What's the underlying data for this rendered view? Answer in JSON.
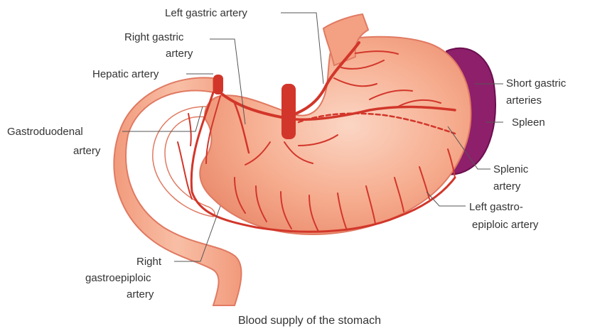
{
  "figure": {
    "caption": "Blood supply of the stomach"
  },
  "labels": {
    "left_gastric_artery": "Left gastric artery",
    "right_gastric_artery_1": "Right gastric",
    "right_gastric_artery_2": "artery",
    "hepatic_artery": "Hepatic artery",
    "gastroduodenal_artery_1": "Gastroduodenal",
    "gastroduodenal_artery_2": "artery",
    "right_gastroepiploic_artery_1": "Right",
    "right_gastroepiploic_artery_2": "gastroepiploic",
    "right_gastroepiploic_artery_3": "artery",
    "short_gastric_arteries_1": "Short gastric",
    "short_gastric_arteries_2": "arteries",
    "spleen": "Spleen",
    "splenic_artery_1": "Splenic",
    "splenic_artery_2": "artery",
    "left_gastroepiploic_artery_1": "Left gastro-",
    "left_gastroepiploic_artery_2": "epiploic artery"
  },
  "colors": {
    "stomach_fill": "#f4a183",
    "stomach_light": "#f9c9b3",
    "stomach_edge": "#e07a62",
    "artery": "#d2362a",
    "spleen": "#8e1f6b",
    "spleen_dark": "#6a0f4e",
    "fat": "#f5e25c"
  }
}
